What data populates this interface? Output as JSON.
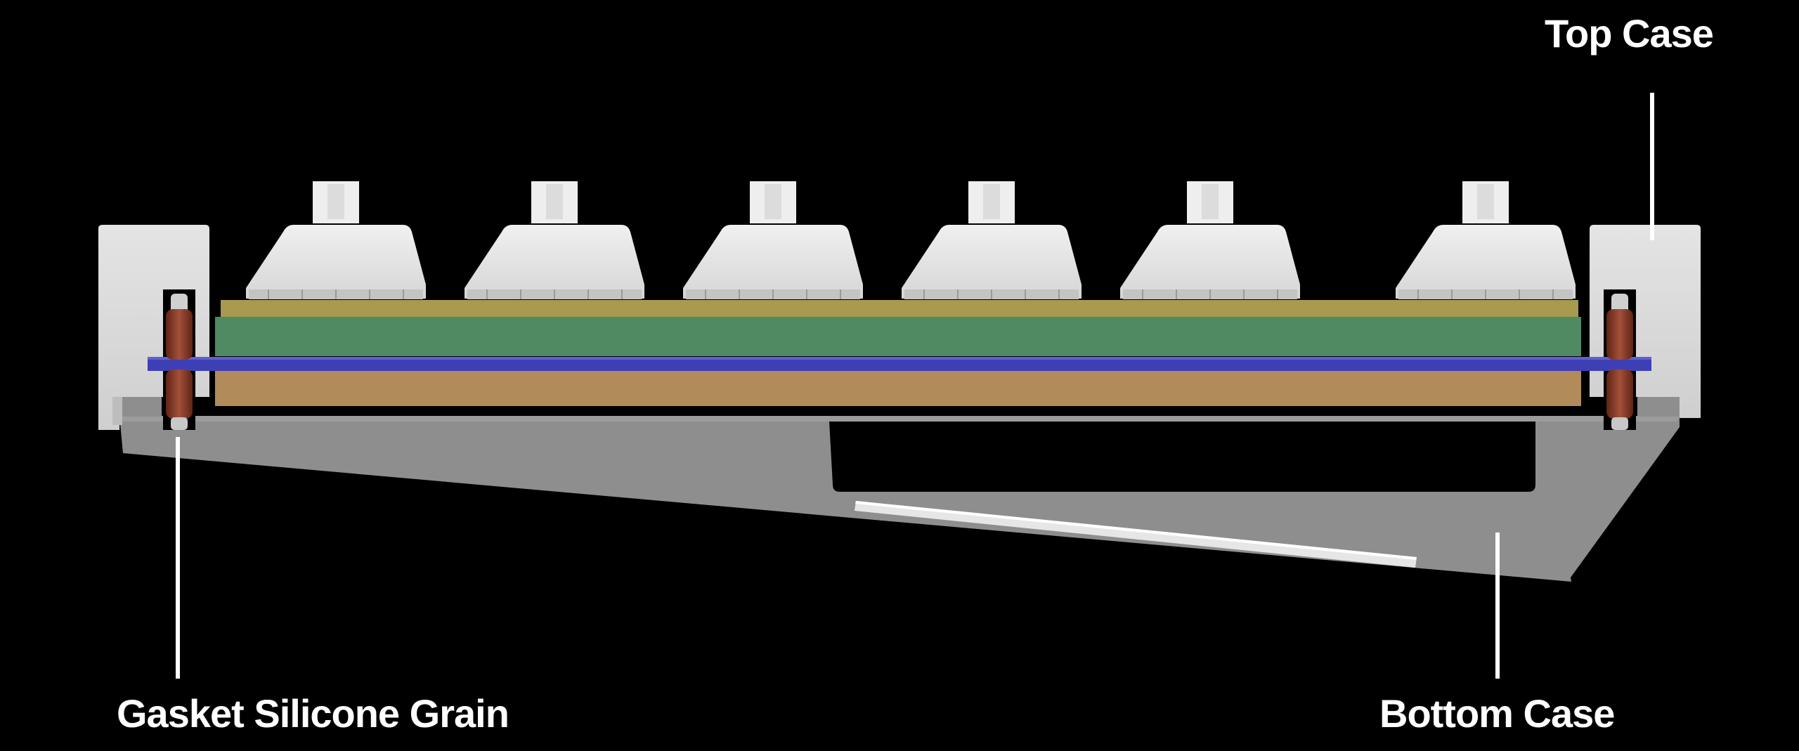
{
  "labels": {
    "top_case": "Top Case",
    "gasket": "Gasket Silicone Grain",
    "bottom_case": "Bottom Case"
  },
  "colors": {
    "background": "#000000",
    "top_case": "#dcdcdc",
    "bottom_case": "#8e8e8e",
    "switch_housing": "#e6e6e6",
    "pcb_top": "#a89a4e",
    "plate_foam": "#4f8a62",
    "blue_layer": "#3f3fb5",
    "bottom_foam": "#b18b5a",
    "gasket": "#8a3a26",
    "leader_line": "#ffffff"
  },
  "switch_count": 6
}
